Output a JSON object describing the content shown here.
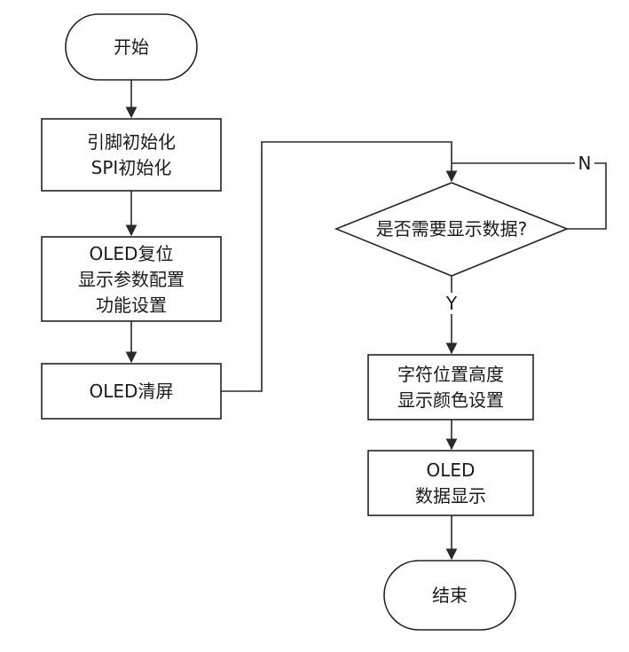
{
  "nodes": {
    "start": "开始",
    "init": [
      "引脚初始化",
      "SPI初始化"
    ],
    "oled_setup": [
      "OLED复位",
      "显示参数配置",
      "功能设置"
    ],
    "clear": "OLED清屏",
    "decision": "是否需要显示数据?",
    "char_setup": [
      "字符位置高度",
      "显示颜色设置"
    ],
    "display": [
      "OLED",
      "数据显示"
    ],
    "end": "结束"
  },
  "edge_labels": {
    "no": "N",
    "yes": "Y"
  }
}
